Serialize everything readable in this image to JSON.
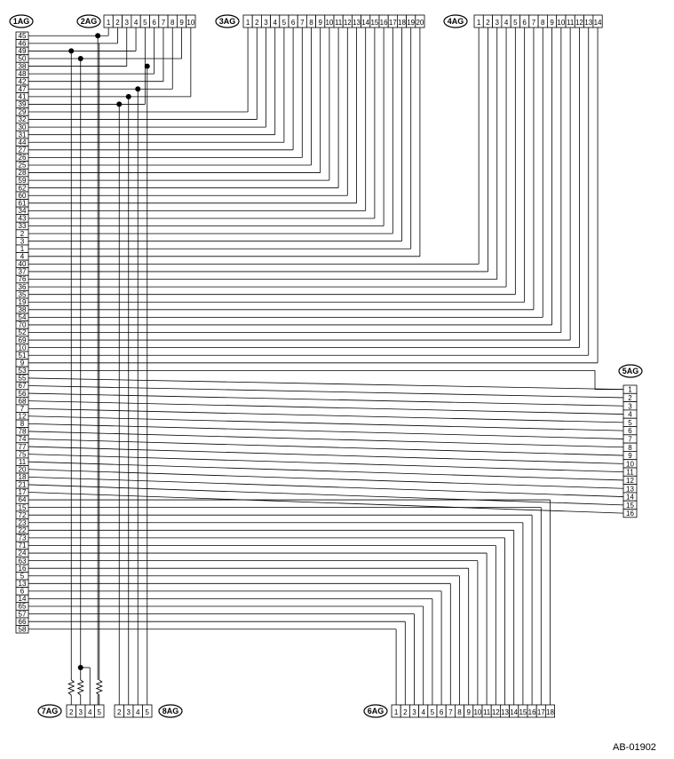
{
  "figure_id": "AB-01902",
  "connectors": {
    "c1AG": {
      "label": "1AG"
    },
    "c2AG": {
      "label": "2AG",
      "pins": [
        "1",
        "2",
        "3",
        "4",
        "5",
        "6",
        "7",
        "8",
        "9",
        "10"
      ]
    },
    "c3AG": {
      "label": "3AG",
      "pins": [
        "1",
        "2",
        "3",
        "4",
        "5",
        "6",
        "7",
        "8",
        "9",
        "10",
        "11",
        "12",
        "13",
        "14",
        "15",
        "16",
        "17",
        "18",
        "19",
        "20"
      ]
    },
    "c4AG": {
      "label": "4AG",
      "pins": [
        "1",
        "2",
        "3",
        "4",
        "5",
        "6",
        "7",
        "8",
        "9",
        "10",
        "11",
        "12",
        "13",
        "14"
      ]
    },
    "c5AG": {
      "label": "5AG",
      "pins": [
        "1",
        "2",
        "3",
        "4",
        "5",
        "6",
        "7",
        "8",
        "9",
        "10",
        "11",
        "12",
        "13",
        "14",
        "15",
        "16"
      ]
    },
    "c6AG": {
      "label": "6AG",
      "pins": [
        "1",
        "2",
        "3",
        "4",
        "5",
        "6",
        "7",
        "8",
        "9",
        "10",
        "11",
        "12",
        "13",
        "14",
        "15",
        "16",
        "17",
        "18"
      ]
    },
    "c7AG": {
      "label": "7AG",
      "pins": [
        "2",
        "3",
        "4",
        "5"
      ]
    },
    "c8AG": {
      "label": "8AG",
      "pins": [
        "2",
        "3",
        "4",
        "5"
      ]
    }
  },
  "left_pins": [
    "45",
    "46",
    "49",
    "50",
    "38",
    "48",
    "42",
    "47",
    "41",
    "39",
    "29",
    "32",
    "30",
    "31",
    "44",
    "27",
    "26",
    "25",
    "28",
    "59",
    "62",
    "60",
    "61",
    "34",
    "43",
    "33",
    "2",
    "3",
    "1",
    "4",
    "40",
    "37",
    "76",
    "36",
    "35",
    "19",
    "38",
    "54",
    "70",
    "52",
    "69",
    "10",
    "51",
    "9",
    "53",
    "55",
    "67",
    "56",
    "68",
    "7",
    "12",
    "8",
    "78",
    "74",
    "77",
    "75",
    "11",
    "20",
    "18",
    "21",
    "17",
    "64",
    "15",
    "72",
    "23",
    "22",
    "73",
    "71",
    "24",
    "63",
    "16",
    "5",
    "13",
    "6",
    "14",
    "65",
    "57",
    "66",
    "58"
  ]
}
